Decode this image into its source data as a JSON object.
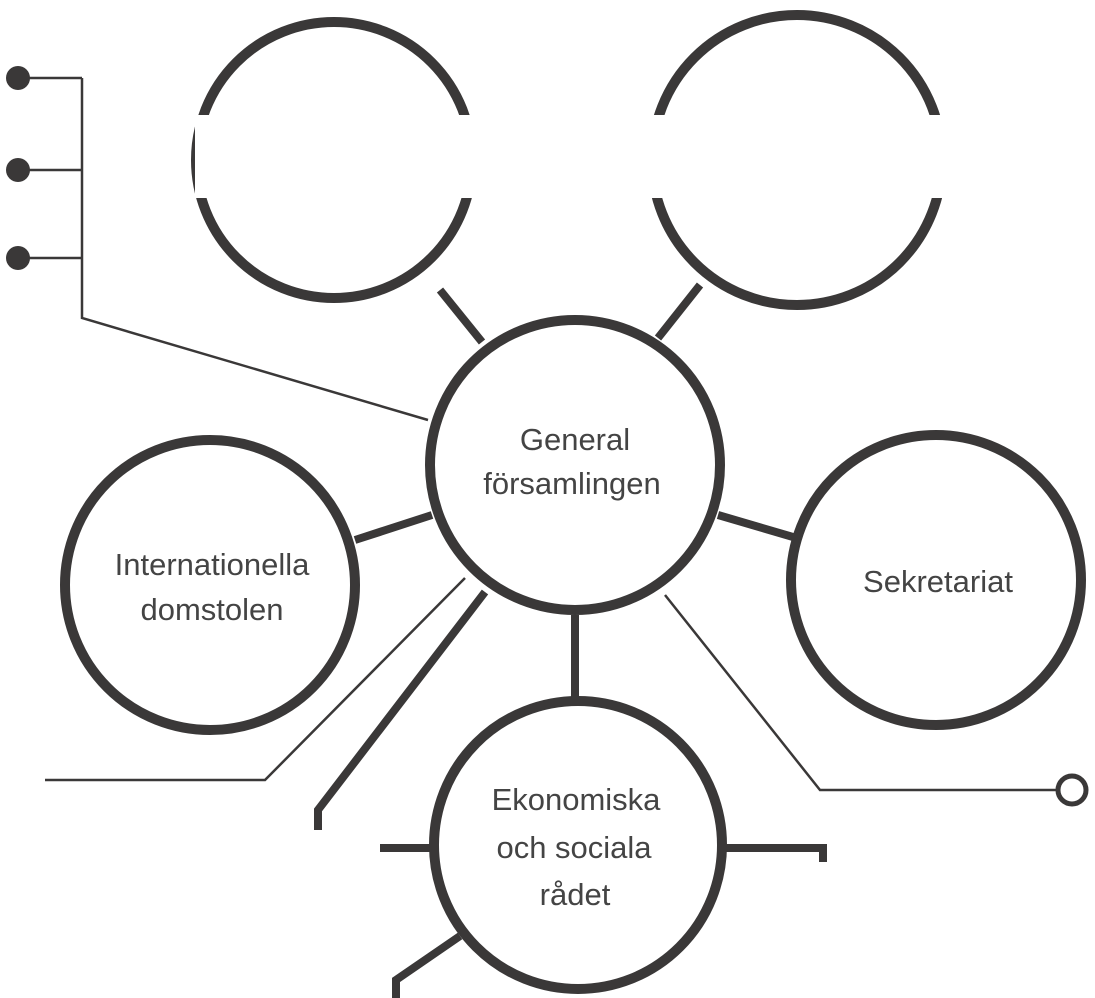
{
  "nodes": {
    "center": {
      "lines": [
        "General",
        "församlingen"
      ]
    },
    "left": {
      "lines": [
        "Internationella",
        "domstolen"
      ]
    },
    "right": {
      "lines": [
        "Sekretariat"
      ]
    },
    "bottom": {
      "lines": [
        "Ekonomiska",
        "och sociala",
        "rådet"
      ]
    }
  },
  "colors": {
    "stroke": "#3a3838",
    "text": "#444444"
  }
}
